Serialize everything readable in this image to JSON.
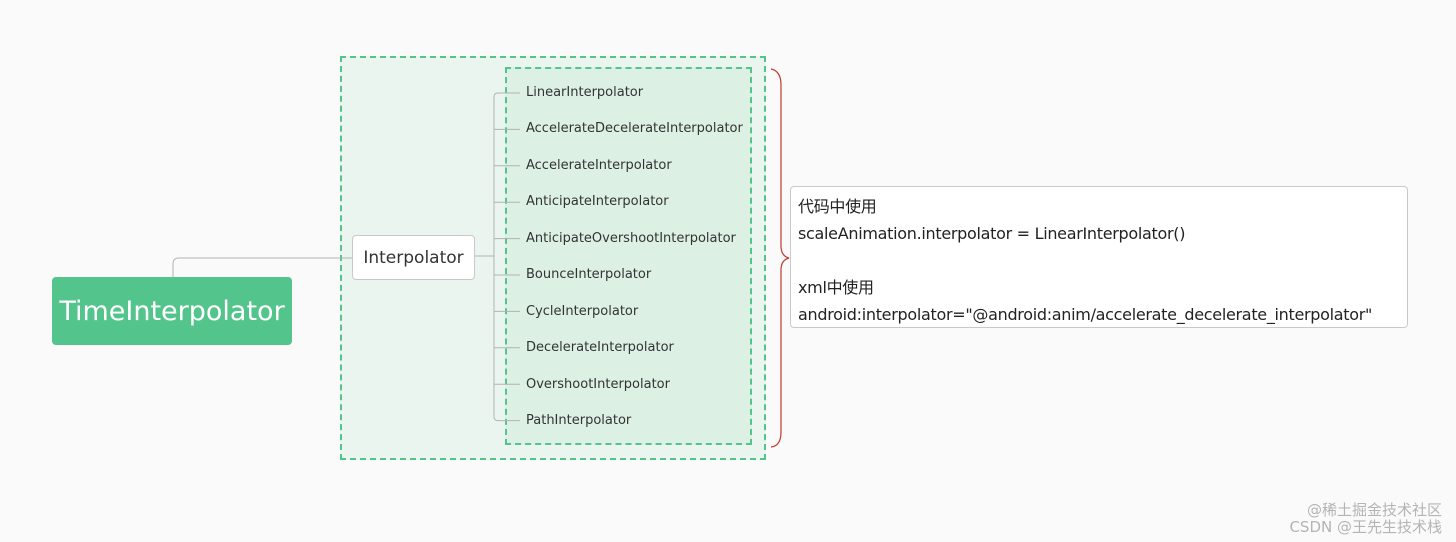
{
  "colors": {
    "background": "#fafafa",
    "root_fill": "#53c48c",
    "group_border": "#53c48c",
    "outer_group_fill": "#e9f5ee",
    "inner_group_fill": "#dcf0e3",
    "connector": "#b3b3b3",
    "brace": "#c0392b"
  },
  "root": {
    "label": "TimeInterpolator"
  },
  "child": {
    "label": "Interpolator"
  },
  "leaves": [
    "LinearInterpolator",
    "AccelerateDecelerateInterpolator",
    "AccelerateInterpolator",
    "AnticipateInterpolator",
    "AnticipateOvershootInterpolator",
    "BounceInterpolator",
    "CycleInterpolator",
    "DecelerateInterpolator",
    "OvershootInterpolator",
    "PathInterpolator"
  ],
  "note": {
    "lines": [
      "代码中使用",
      "scaleAnimation.interpolator = LinearInterpolator()",
      "",
      "xml中使用",
      "android:interpolator=\"@android:anim/accelerate_decelerate_interpolator\""
    ]
  },
  "watermark": {
    "line1": "@稀土掘金技术社区",
    "line2": "CSDN @王先生技术栈"
  }
}
